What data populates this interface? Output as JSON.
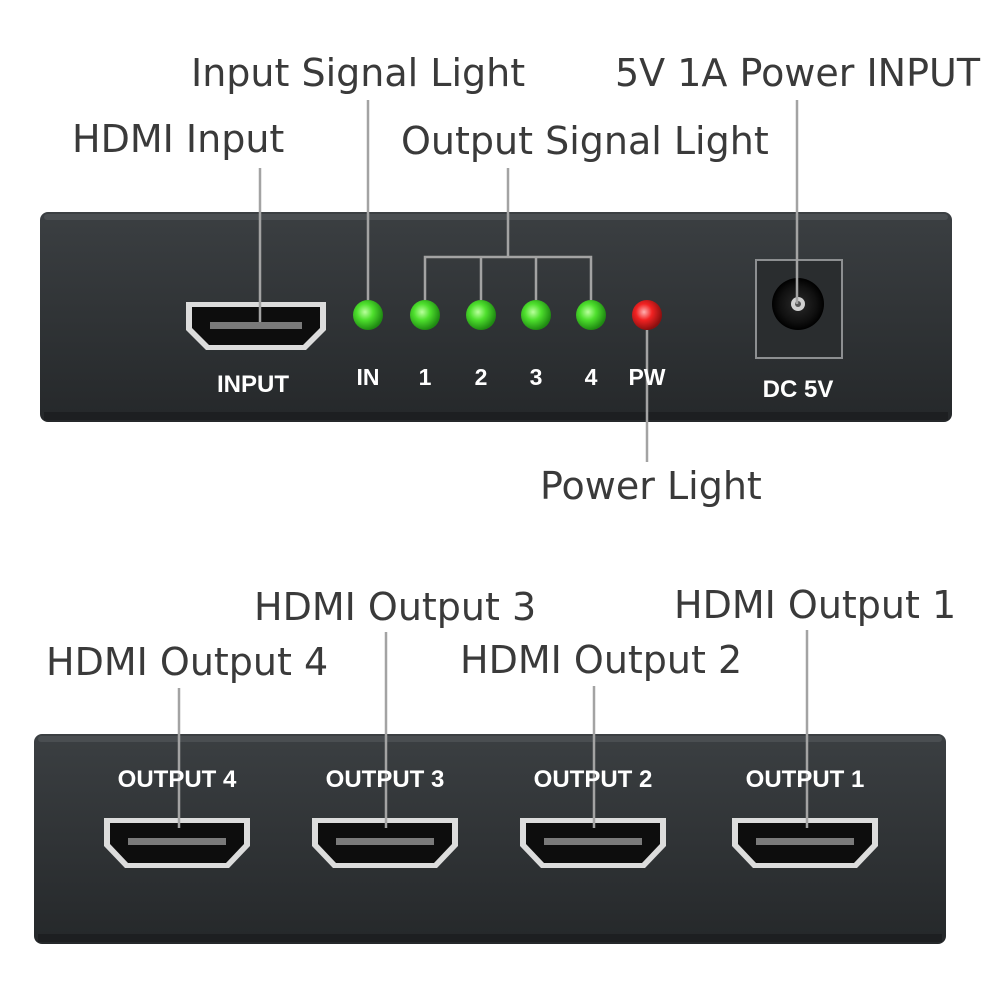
{
  "callouts": {
    "hdmi_input": "HDMI Input",
    "input_signal_light": "Input Signal Light",
    "output_signal_light": "Output Signal Light",
    "power_input": "5V 1A Power INPUT",
    "power_light": "Power Light",
    "hdmi_output_1": "HDMI Output 1",
    "hdmi_output_2": "HDMI Output 2",
    "hdmi_output_3": "HDMI Output 3",
    "hdmi_output_4": "HDMI Output 4"
  },
  "front_panel": {
    "input_label": "INPUT",
    "indicator_labels": [
      "IN",
      "1",
      "2",
      "3",
      "4",
      "PW"
    ],
    "dc_label": "DC 5V"
  },
  "back_panel": {
    "port_labels": [
      "OUTPUT 4",
      "OUTPUT 3",
      "OUTPUT 2",
      "OUTPUT 1"
    ]
  },
  "colors": {
    "housing": "#2e3133",
    "signal_led": "#3fd12a",
    "power_led": "#f01b1b",
    "label_text": "#3a3a3a",
    "leader_line": "#9a9a9a"
  }
}
